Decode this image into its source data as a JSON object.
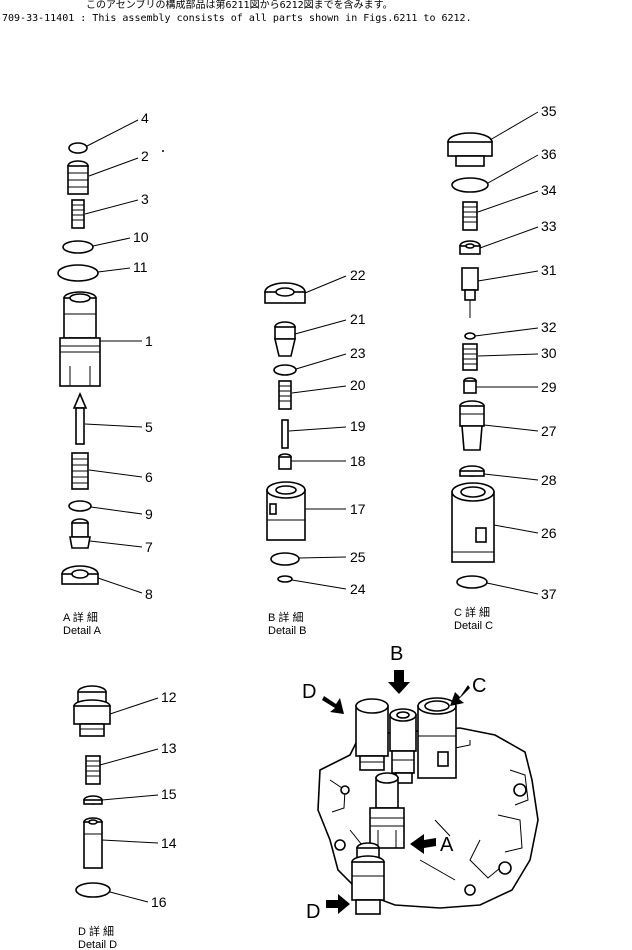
{
  "header": {
    "line1": "このアセンブリの構成部品は第6211図から6212図までを含みます。",
    "line2": "709-33-11401 : This assembly consists of all parts shown in Figs.6211 to 6212."
  },
  "details": {
    "a": {
      "jp": "A 詳 細",
      "en": "Detail A"
    },
    "b": {
      "jp": "B 詳 細",
      "en": "Detail B"
    },
    "c": {
      "jp": "C 詳 細",
      "en": "Detail C"
    },
    "d": {
      "jp": "D 詳 細",
      "en": "Detail D"
    }
  },
  "callouts": {
    "p1": "1",
    "p2": "2",
    "p3": "3",
    "p4": "4",
    "p5": "5",
    "p6": "6",
    "p7": "7",
    "p8": "8",
    "p10": "10",
    "p11": "11",
    "p12": "12",
    "p13": "13",
    "p14": "14",
    "p15": "15",
    "p16": "16",
    "p17": "17",
    "p18": "18",
    "p19": "19",
    "p20": "20",
    "p21": "21",
    "p22": "22",
    "p23": "23",
    "p24": "24",
    "p25": "25",
    "p26": "26",
    "p27": "27",
    "p28": "28",
    "p29": "29",
    "p30": "30",
    "p31": "31",
    "p32": "32",
    "p33": "33",
    "p34": "34",
    "p35": "35",
    "p36": "36",
    "p37": "37",
    "p9": "9"
  },
  "arrows": {
    "a": "A",
    "b": "B",
    "c": "C",
    "d_top": "D",
    "d_bottom": "D"
  }
}
